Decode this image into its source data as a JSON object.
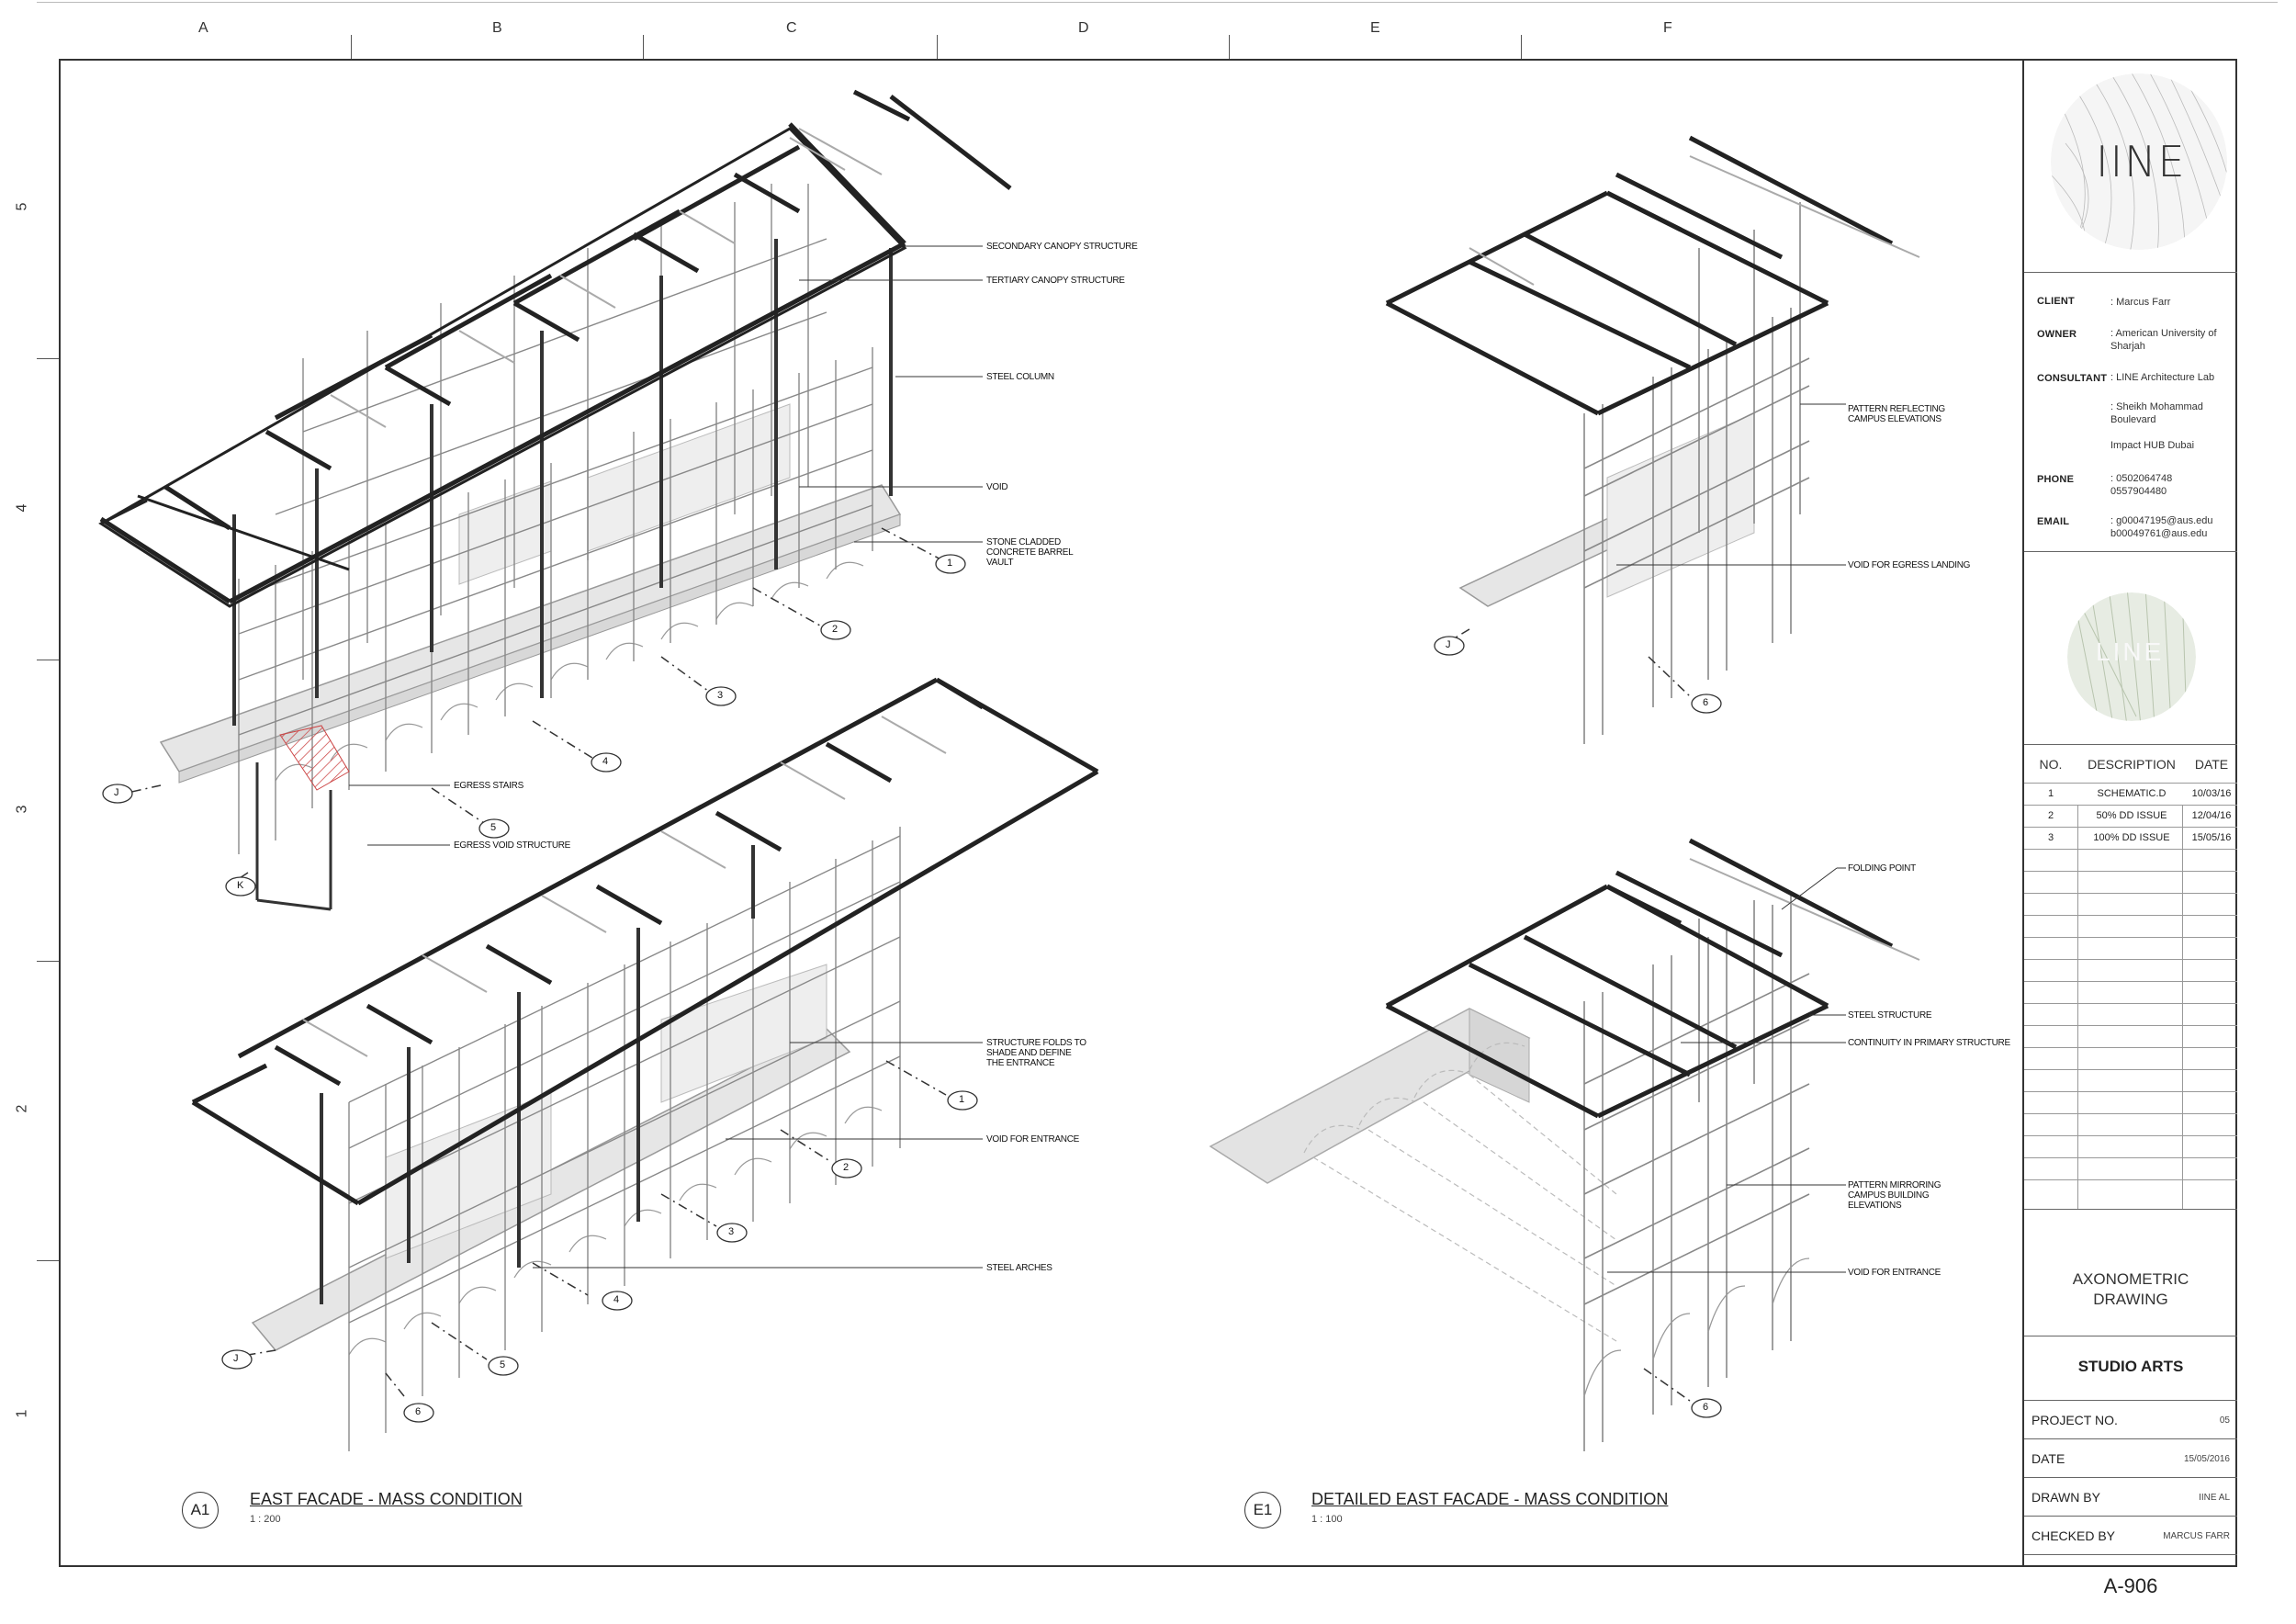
{
  "grid": {
    "columns": [
      "A",
      "B",
      "C",
      "D",
      "E",
      "F"
    ],
    "rows": [
      "5",
      "4",
      "3",
      "2",
      "1"
    ]
  },
  "drawings": {
    "a1": {
      "tag": "A1",
      "title": "EAST FACADE - MASS CONDITION",
      "scale": "1 : 200",
      "callouts": [
        "SECONDARY CANOPY STRUCTURE",
        "TERTIARY CANOPY STRUCTURE",
        "STEEL COLUMN",
        "VOID",
        "STONE CLADDED CONCRETE BARREL VAULT",
        "EGRESS STAIRS",
        "EGRESS VOID STRUCTURE"
      ],
      "bubbles": [
        "1",
        "2",
        "3",
        "4",
        "5",
        "J",
        "K"
      ]
    },
    "a1_lower": {
      "callouts": [
        "STRUCTURE FOLDS TO SHADE AND DEFINE THE ENTRANCE",
        "VOID FOR ENTRANCE",
        "STEEL ARCHES"
      ],
      "bubbles": [
        "1",
        "2",
        "3",
        "4",
        "5",
        "6",
        "J"
      ]
    },
    "e1": {
      "tag": "E1",
      "title": "DETAILED EAST FACADE - MASS CONDITION",
      "scale": "1 : 100",
      "callouts_upper": [
        "PATTERN REFLECTING CAMPUS ELEVATIONS",
        "VOID FOR EGRESS LANDING"
      ],
      "callouts_lower": [
        "FOLDING POINT",
        "STEEL STRUCTURE",
        "CONTINUITY IN PRIMARY STRUCTURE",
        "PATTERN MIRRORING CAMPUS BUILDING ELEVATIONS",
        "VOID FOR ENTRANCE"
      ],
      "bubbles_upper": [
        "J",
        "6"
      ],
      "bubbles_lower": [
        "6"
      ]
    }
  },
  "title_block": {
    "logo_text": "IINE",
    "logo2_text": "LINE",
    "info": [
      {
        "key": "CLIENT",
        "value": ": Marcus Farr"
      },
      {
        "key": "OWNER",
        "value": ": American University of\nSharjah"
      },
      {
        "key": "CONSULTANT",
        "value": ": LINE Architecture Lab"
      },
      {
        "key": "",
        "value": ": Sheikh Mohammad\nBoulevard"
      },
      {
        "key": "",
        "value": "Impact HUB Dubai"
      },
      {
        "key": "PHONE",
        "value": ": 0502064748\n  0557904480"
      },
      {
        "key": "EMAIL",
        "value": ": g00047195@aus.edu\n  b00049761@aus.edu"
      }
    ],
    "revisions": {
      "headers": [
        "NO.",
        "DESCRIPTION",
        "DATE"
      ],
      "rows": [
        {
          "no": "1",
          "desc": "SCHEMATIC.D",
          "date": "10/03/16"
        },
        {
          "no": "2",
          "desc": "50% DD ISSUE",
          "date": "12/04/16"
        },
        {
          "no": "3",
          "desc": "100% DD ISSUE",
          "date": "15/05/16"
        }
      ]
    },
    "sheet_title_line1": "AXONOMETRIC",
    "sheet_title_line2": "DRAWING",
    "studio": "STUDIO ARTS",
    "fields": [
      {
        "key": "PROJECT NO.",
        "value": "05"
      },
      {
        "key": "DATE",
        "value": "15/05/2016"
      },
      {
        "key": "DRAWN BY",
        "value": "IINE AL"
      },
      {
        "key": "CHECKED BY",
        "value": "MARCUS FARR"
      }
    ],
    "sheet_number": "A-906"
  }
}
